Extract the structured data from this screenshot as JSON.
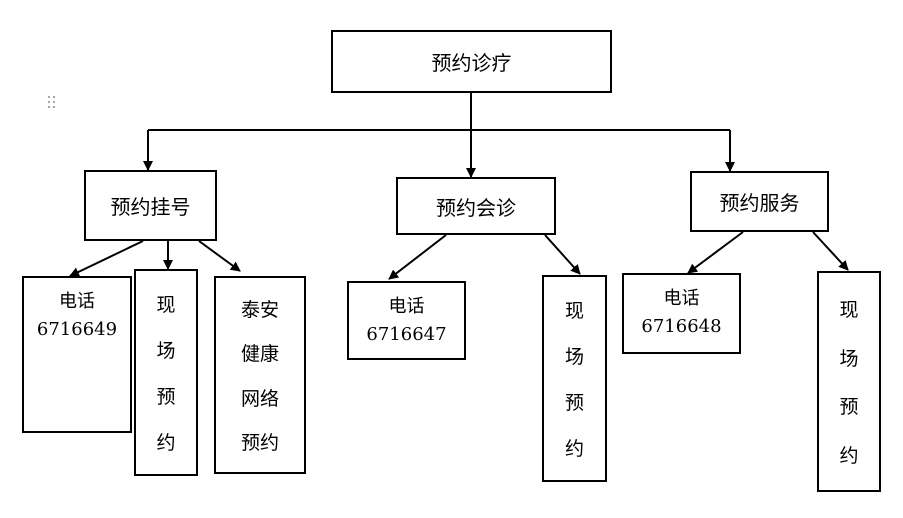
{
  "root": {
    "label": "预约诊疗"
  },
  "branches": [
    {
      "label": "预约挂号",
      "children": [
        {
          "line1": "电话",
          "line2": "6716649"
        },
        {
          "chars": [
            "现",
            "场",
            "预",
            "约"
          ]
        },
        {
          "chars": [
            "泰安",
            "健康",
            "网络",
            "预约"
          ]
        }
      ]
    },
    {
      "label": "预约会诊",
      "children": [
        {
          "line1": "电话",
          "line2": "6716647"
        },
        {
          "chars": [
            "现",
            "场",
            "预",
            "约"
          ]
        }
      ]
    },
    {
      "label": "预约服务",
      "children": [
        {
          "line1": "电话",
          "line2": "6716648"
        },
        {
          "chars": [
            "现",
            "场",
            "预",
            "约"
          ]
        }
      ]
    }
  ]
}
